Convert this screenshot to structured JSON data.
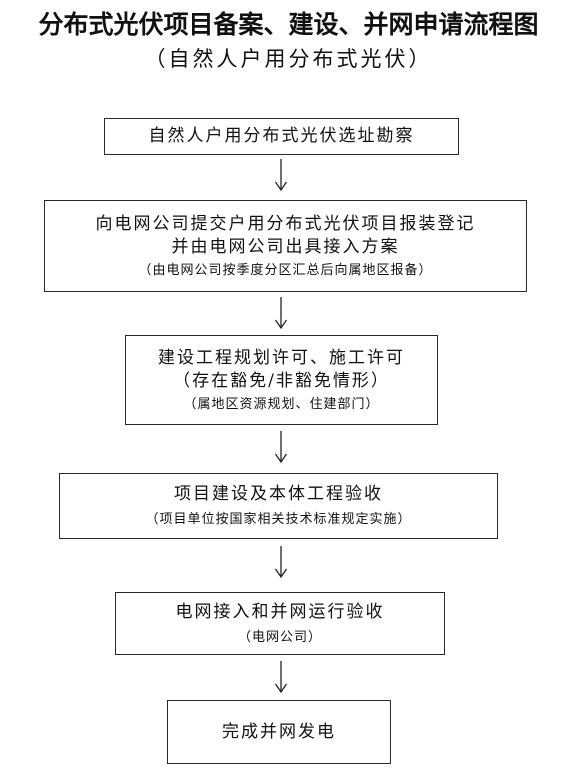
{
  "title": "分布式光伏项目备案、建设、并网申请流程图",
  "subtitle": "（自然人户用分布式光伏）",
  "steps": [
    {
      "lines": [
        "自然人户用分布式光伏选址勘察"
      ],
      "note": ""
    },
    {
      "lines": [
        "向电网公司提交户用分布式光伏项目报装登记",
        "并由电网公司出具接入方案"
      ],
      "note": "（由电网公司按季度分区汇总后向属地区报备）"
    },
    {
      "lines": [
        "建设工程规划许可、施工许可",
        "（存在豁免/非豁免情形）"
      ],
      "note": "（属地区资源规划、住建部门）"
    },
    {
      "lines": [
        "项目建设及本体工程验收"
      ],
      "note": "（项目单位按国家相关技术标准规定实施）"
    },
    {
      "lines": [
        "电网接入和并网运行验收"
      ],
      "note": "（电网公司）"
    },
    {
      "lines": [
        "完成并网发电"
      ],
      "note": ""
    }
  ]
}
